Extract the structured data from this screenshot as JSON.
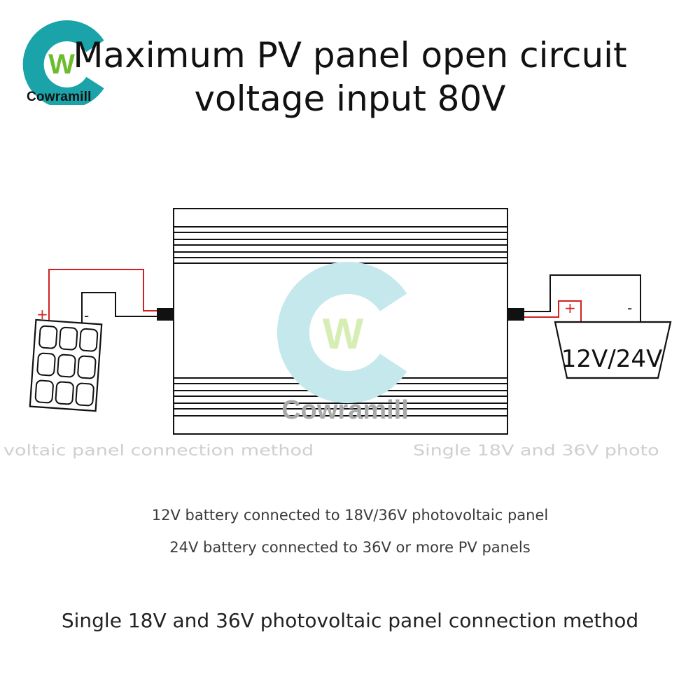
{
  "logo": {
    "brand_name": "Cowramill",
    "monogram": "W",
    "colors": {
      "ring": "#1aa3a8",
      "monogram": "#6dbb2f",
      "watermark_ring": "#c5e8ec",
      "watermark_monogram": "#d6eeb4"
    }
  },
  "header": {
    "title_line1": "Maximum PV panel open circuit",
    "title_line2": "voltage input 80V"
  },
  "diagram": {
    "panel_plus": "+",
    "panel_minus": "-",
    "battery_plus": "+",
    "battery_minus": "-",
    "battery_label": "12V/24V",
    "watermark_text": "Cowramill",
    "colors": {
      "positive_wire": "#d42020",
      "negative_wire": "#111111",
      "outline": "#111111"
    }
  },
  "ghost_text": {
    "left": "voltaic panel connection method",
    "right": "Single 18V and 36V photo"
  },
  "notes": [
    "12V battery connected to 18V/36V photovoltaic panel",
    "24V battery connected to 36V or more PV panels"
  ],
  "caption": "Single 18V and 36V photovoltaic panel connection method"
}
